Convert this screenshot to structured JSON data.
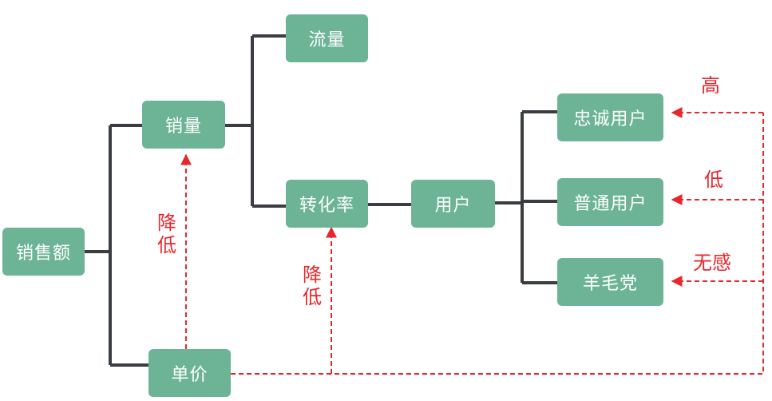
{
  "nodes": {
    "sales_amount": "销售额",
    "sales_volume": "销量",
    "unit_price": "单价",
    "traffic": "流量",
    "conversion": "转化率",
    "users": "用户",
    "loyal_users": "忠诚用户",
    "regular_users": "普通用户",
    "bargain_hunters": "羊毛党"
  },
  "annotations": {
    "reduce_sales": "降低",
    "reduce_conversion": "降低",
    "loyal_effect": "高",
    "regular_effect": "低",
    "bargain_effect": "无感"
  },
  "colors": {
    "node_fill": "#6db497",
    "node_text": "#ffffff",
    "connector": "#3a3d42",
    "effect_arrow": "#e8262c"
  }
}
